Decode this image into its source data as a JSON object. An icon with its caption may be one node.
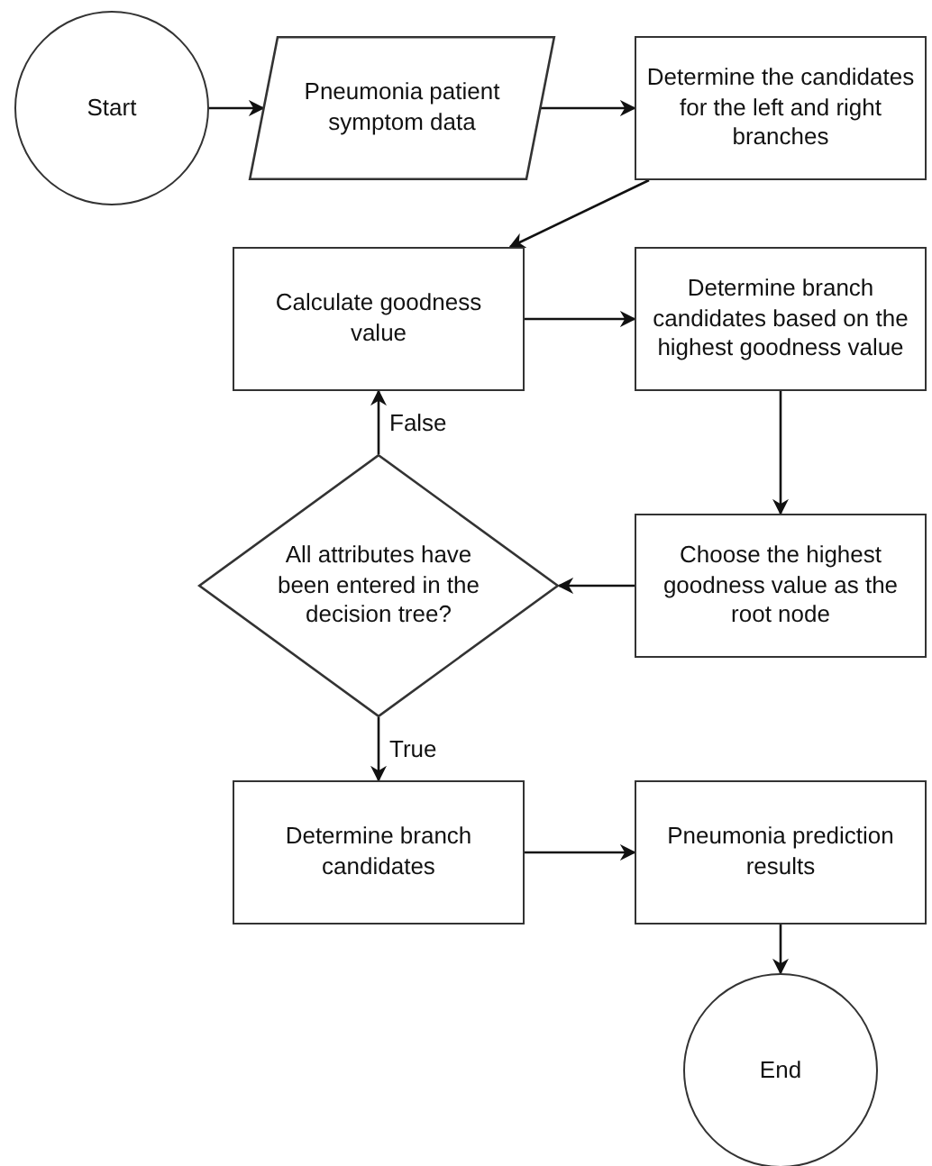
{
  "diagram": {
    "nodes": [
      {
        "text": [
          "Start"
        ]
      },
      {
        "text": [
          "Pneumonia patient symptom data"
        ]
      },
      {
        "text": [
          "Determine the candidates for the left and right branches"
        ]
      },
      {
        "text": [
          "Calculate goodness value"
        ]
      },
      {
        "text": [
          "Determine branch candidates based on the highest goodness value"
        ]
      },
      {
        "text": [
          "Choose the highest goodness value as the root node"
        ]
      },
      {
        "text": [
          "All attributes have been entered in the decision tree?"
        ]
      },
      {
        "text": [
          "Determine branch candidates"
        ]
      },
      {
        "text": [
          "Pneumonia prediction results"
        ]
      },
      {
        "text": [
          "End"
        ]
      }
    ],
    "edges": [
      {
        "from": 0,
        "to": 1,
        "arrow": "to"
      },
      {
        "from": 1,
        "to": 2,
        "arrow": "to"
      },
      {
        "from": 2,
        "to": 3,
        "arrow": "to"
      },
      {
        "from": 3,
        "to": 4,
        "arrow": "to"
      },
      {
        "from": 4,
        "to": 5,
        "arrow": "to"
      },
      {
        "from": 5,
        "to": 6,
        "arrow": "to"
      },
      {
        "from": 6,
        "to": 3,
        "arrow": "to",
        "label": "False"
      },
      {
        "from": 6,
        "to": 7,
        "arrow": "to",
        "label": "True"
      },
      {
        "from": 7,
        "to": 8,
        "arrow": "to"
      },
      {
        "from": 8,
        "to": 9,
        "arrow": "to"
      }
    ]
  }
}
